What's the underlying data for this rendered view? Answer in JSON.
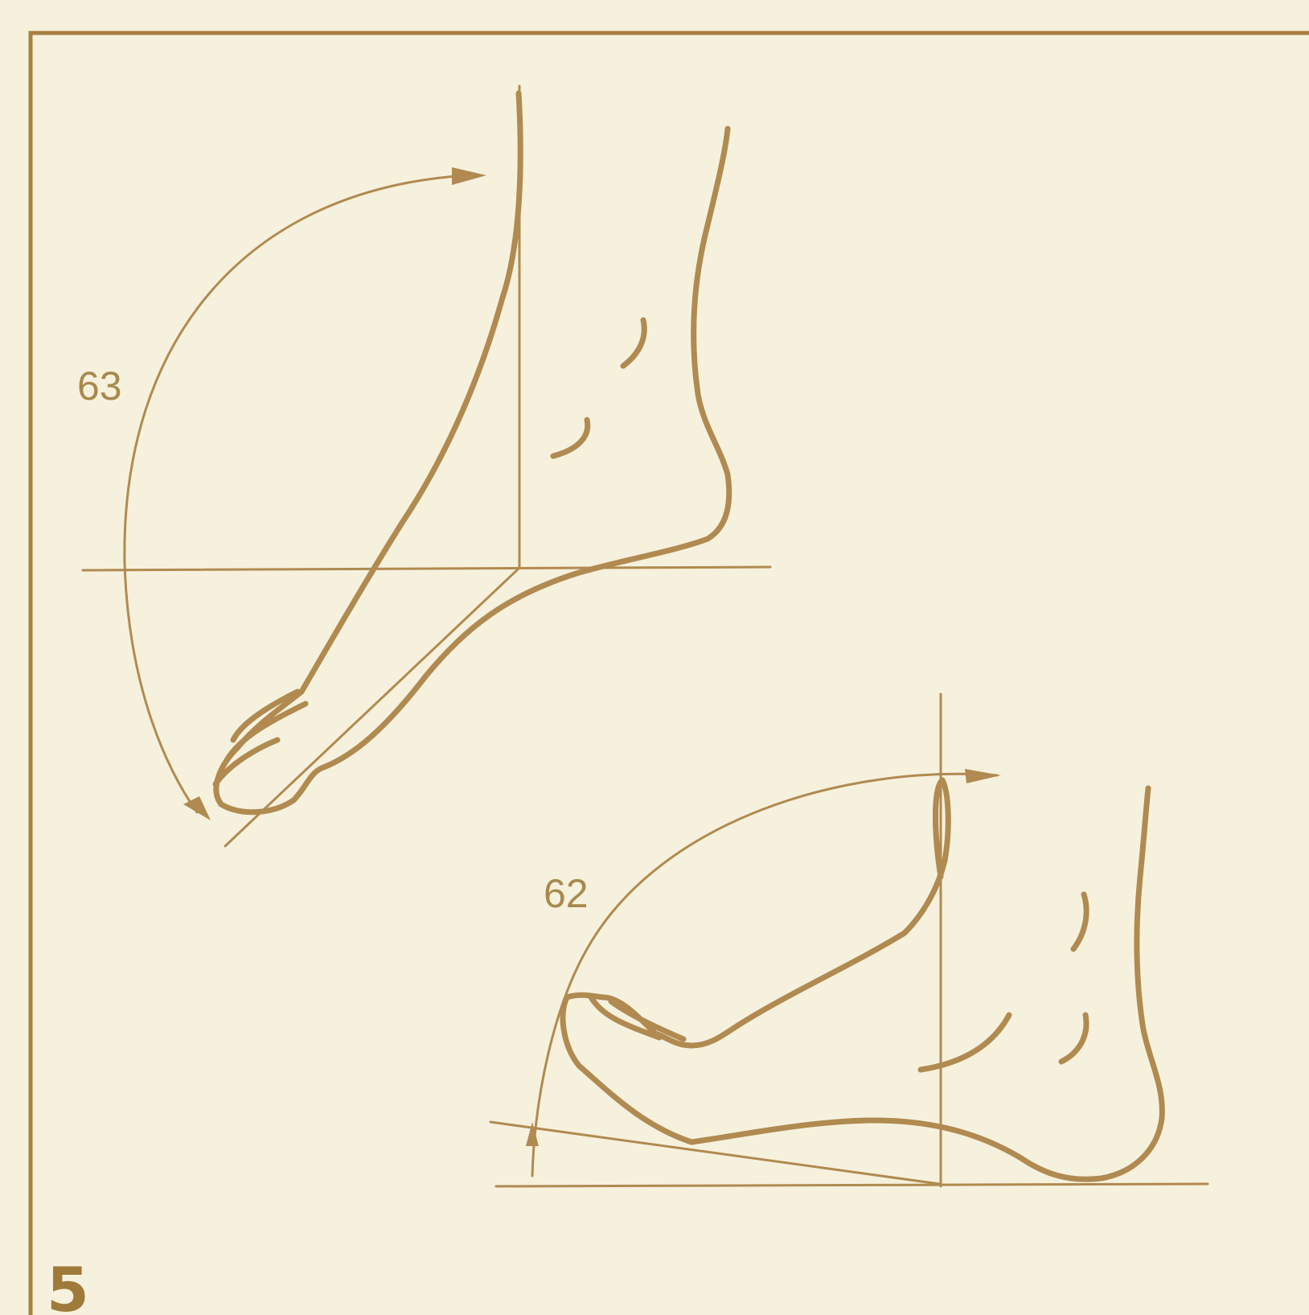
{
  "labels": {
    "upper_angle": "63",
    "lower_angle": "62",
    "figure_number": "5"
  },
  "colors": {
    "background": "#f6f1dd",
    "line": "#b08a50",
    "text": "#a88a4e"
  }
}
